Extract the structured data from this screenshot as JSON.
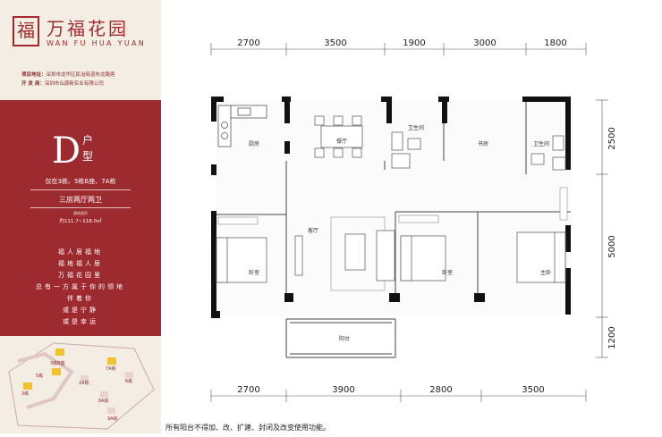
{
  "brand": {
    "seal": "福",
    "name_cn": "万福花园",
    "name_en": "WAN FU HUA YUAN"
  },
  "info": {
    "address_label": "项目地址：",
    "address": "深圳市龙华区民治街道布龙路旁",
    "developer_label": "开  发  商：",
    "developer": "深圳市汕源新实业有限公司"
  },
  "unit": {
    "letter": "D",
    "hu": "户",
    "xing": "型",
    "buildings": "仅在3栋、5栋B座、7A栋",
    "rooms": "三房两厅两卫",
    "area_label": "建筑面积",
    "area": "约111.7~118.0㎡"
  },
  "poem": [
    "福人居福地",
    "福地福人居",
    "万福花园里",
    "总有一方属于你的领地",
    "伴着你",
    "或是宁静",
    "或是幸运"
  ],
  "site_map": {
    "buildings": [
      "3栋",
      "3栋B座",
      "5栋",
      "2A栋",
      "7A栋",
      "6栋",
      "8A栋",
      "9A栋"
    ],
    "colors": {
      "highlight": "#f2c230",
      "block": "#e6d2d2"
    }
  },
  "dims": {
    "top": [
      "2700",
      "3500",
      "1900",
      "3000",
      "1800"
    ],
    "bottom": [
      "2700",
      "3900",
      "2800",
      "3500"
    ],
    "right": [
      "2500",
      "5000",
      "1200"
    ]
  },
  "rooms_labels": {
    "kitchen": "厨房",
    "dining": "餐厅",
    "bath1": "卫生间",
    "study": "书房",
    "bath2": "卫生间",
    "bed1": "卧室",
    "living": "客厅",
    "bed2": "卧室",
    "master": "主卧",
    "balcony": "阳台"
  },
  "note": "所有阳台不得加、改、扩建、封闭及改变使用功能。",
  "colors": {
    "brand_red": "#9d2a2f",
    "cream": "#f4ede3",
    "wall": "#111111"
  }
}
